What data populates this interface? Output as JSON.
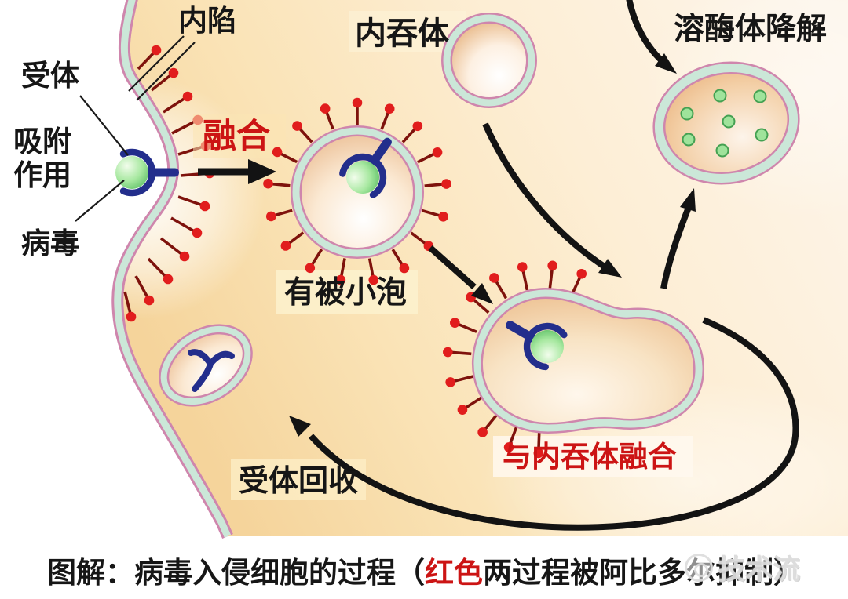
{
  "title": {
    "text_black_1": "图解：病毒入侵细胞的过程（",
    "text_red": "红色",
    "text_black_2": "两过程被阿比多尔抑制）"
  },
  "labels": {
    "receptor": "受体",
    "adsorption": "吸附作用",
    "virus": "病毒",
    "invagination": "内陷",
    "fusion": "融合",
    "endosome": "内吞体",
    "lysosome_degradation": "溶酶体降解",
    "coated_vesicle": "有被小泡",
    "fuse_with_endosome": "与内吞体融合",
    "receptor_recycling": "受体回收"
  },
  "watermark": {
    "text": "技术流"
  },
  "counts": {
    "lysosome_enzyme_dots": 7
  },
  "colors": {
    "membrane_teal": "#cbe7d8",
    "membrane_pink": "#cf86ad",
    "cell_fill": "#f9e2b4",
    "spike_red": "#e11d1d",
    "spike_stem": "#7e120c",
    "virus_green": "#7ed47f",
    "receptor_navy": "#232e8c",
    "highlight_red_text": "#cc1414",
    "text_black": "#161616",
    "enzyme_green": "#9fe39b",
    "arrow_black": "#131313"
  }
}
